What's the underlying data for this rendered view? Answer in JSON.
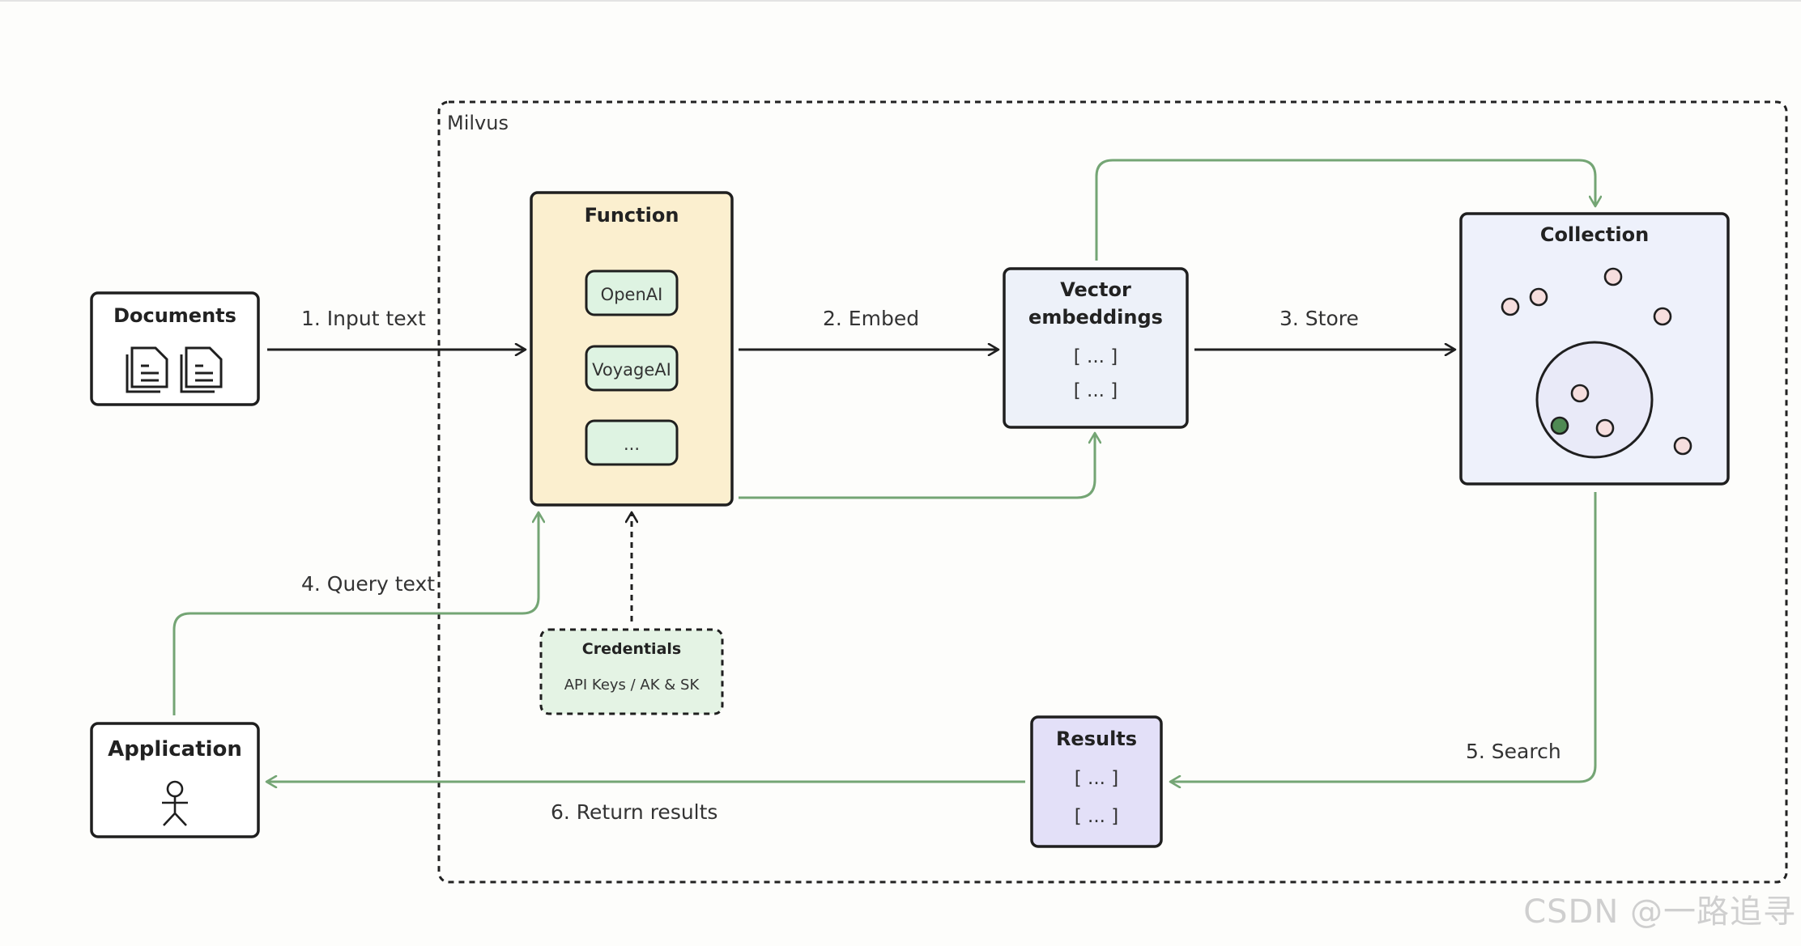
{
  "container": {
    "label": "Milvus"
  },
  "documents": {
    "title": "Documents",
    "icon": "document-icon"
  },
  "function": {
    "title": "Function",
    "providers": [
      "OpenAI",
      "VoyageAI",
      "..."
    ]
  },
  "credentials": {
    "title": "Credentials",
    "subtitle": "API Keys / AK & SK"
  },
  "vectors": {
    "title_line1": "Vector",
    "title_line2": "embeddings",
    "items": [
      "[ ... ]",
      "[ ... ]"
    ]
  },
  "collection": {
    "title": "Collection"
  },
  "results": {
    "title": "Results",
    "items": [
      "[ ... ]",
      "[ ... ]"
    ]
  },
  "application": {
    "title": "Application",
    "icon": "person-icon"
  },
  "steps": {
    "input": "1. Input text",
    "embed": "2. Embed",
    "store": "3. Store",
    "query": "4. Query text",
    "search": "5. Search",
    "return": "6. Return results"
  },
  "watermark": "CSDN @一路追寻",
  "colors": {
    "green_arrow": "#74a574",
    "black_arrow": "#1f1f1f",
    "function_fill": "#fbefcf",
    "provider_fill": "#def3e2",
    "credentials_fill": "#e4f3e4",
    "vector_fill": "#edf1f9",
    "collection_fill": "#eef1fb",
    "results_fill": "#e3e0f8",
    "point_fill": "#f6dede",
    "point_highlight": "#4f8a53"
  }
}
